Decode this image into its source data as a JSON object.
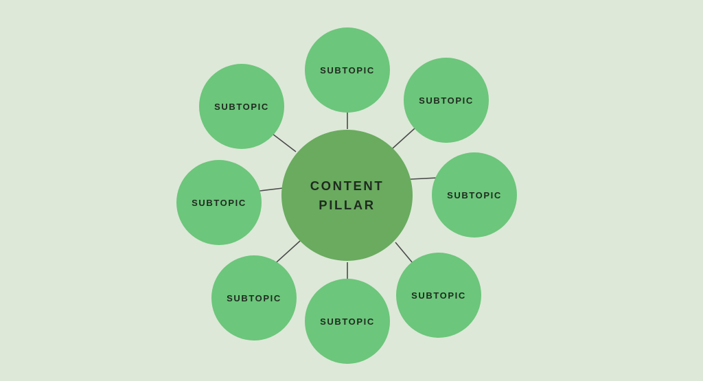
{
  "colors": {
    "background": "#dde8d8",
    "center_fill": "#6aab5f",
    "subtopic_fill": "#6cc67b",
    "connector": "#4a4a4a",
    "text": "#1f2a1f"
  },
  "center": {
    "label": "CONTENT\nPILLAR"
  },
  "subtopics": [
    {
      "label": "SUBTOPIC"
    },
    {
      "label": "SUBTOPIC"
    },
    {
      "label": "SUBTOPIC"
    },
    {
      "label": "SUBTOPIC"
    },
    {
      "label": "SUBTOPIC"
    },
    {
      "label": "SUBTOPIC"
    },
    {
      "label": "SUBTOPIC"
    },
    {
      "label": "SUBTOPIC"
    }
  ]
}
